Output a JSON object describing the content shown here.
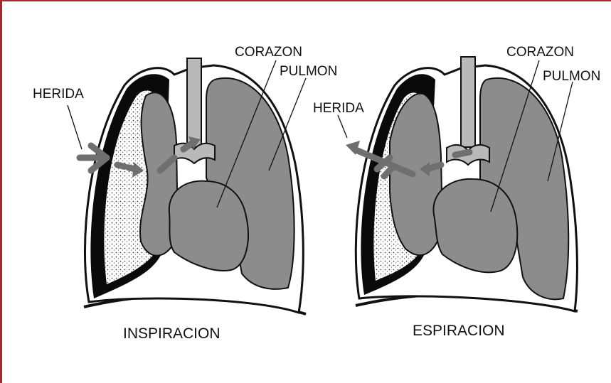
{
  "frame": {
    "border_color": "#a8282d"
  },
  "colors": {
    "lung": "#8c8c8c",
    "trachea": "#b9b9b9",
    "outline": "#111111",
    "arrow": "#6f6f6f",
    "pleura_dark": "#0a0a0a"
  },
  "left_panel": {
    "label_wound": "HERIDA",
    "label_heart": "CORAZON",
    "label_lung": "PULMON",
    "caption": "INSPIRACION"
  },
  "right_panel": {
    "label_wound": "HERIDA",
    "label_heart": "CORAZON",
    "label_lung": "PULMON",
    "caption": "ESPIRACION"
  }
}
